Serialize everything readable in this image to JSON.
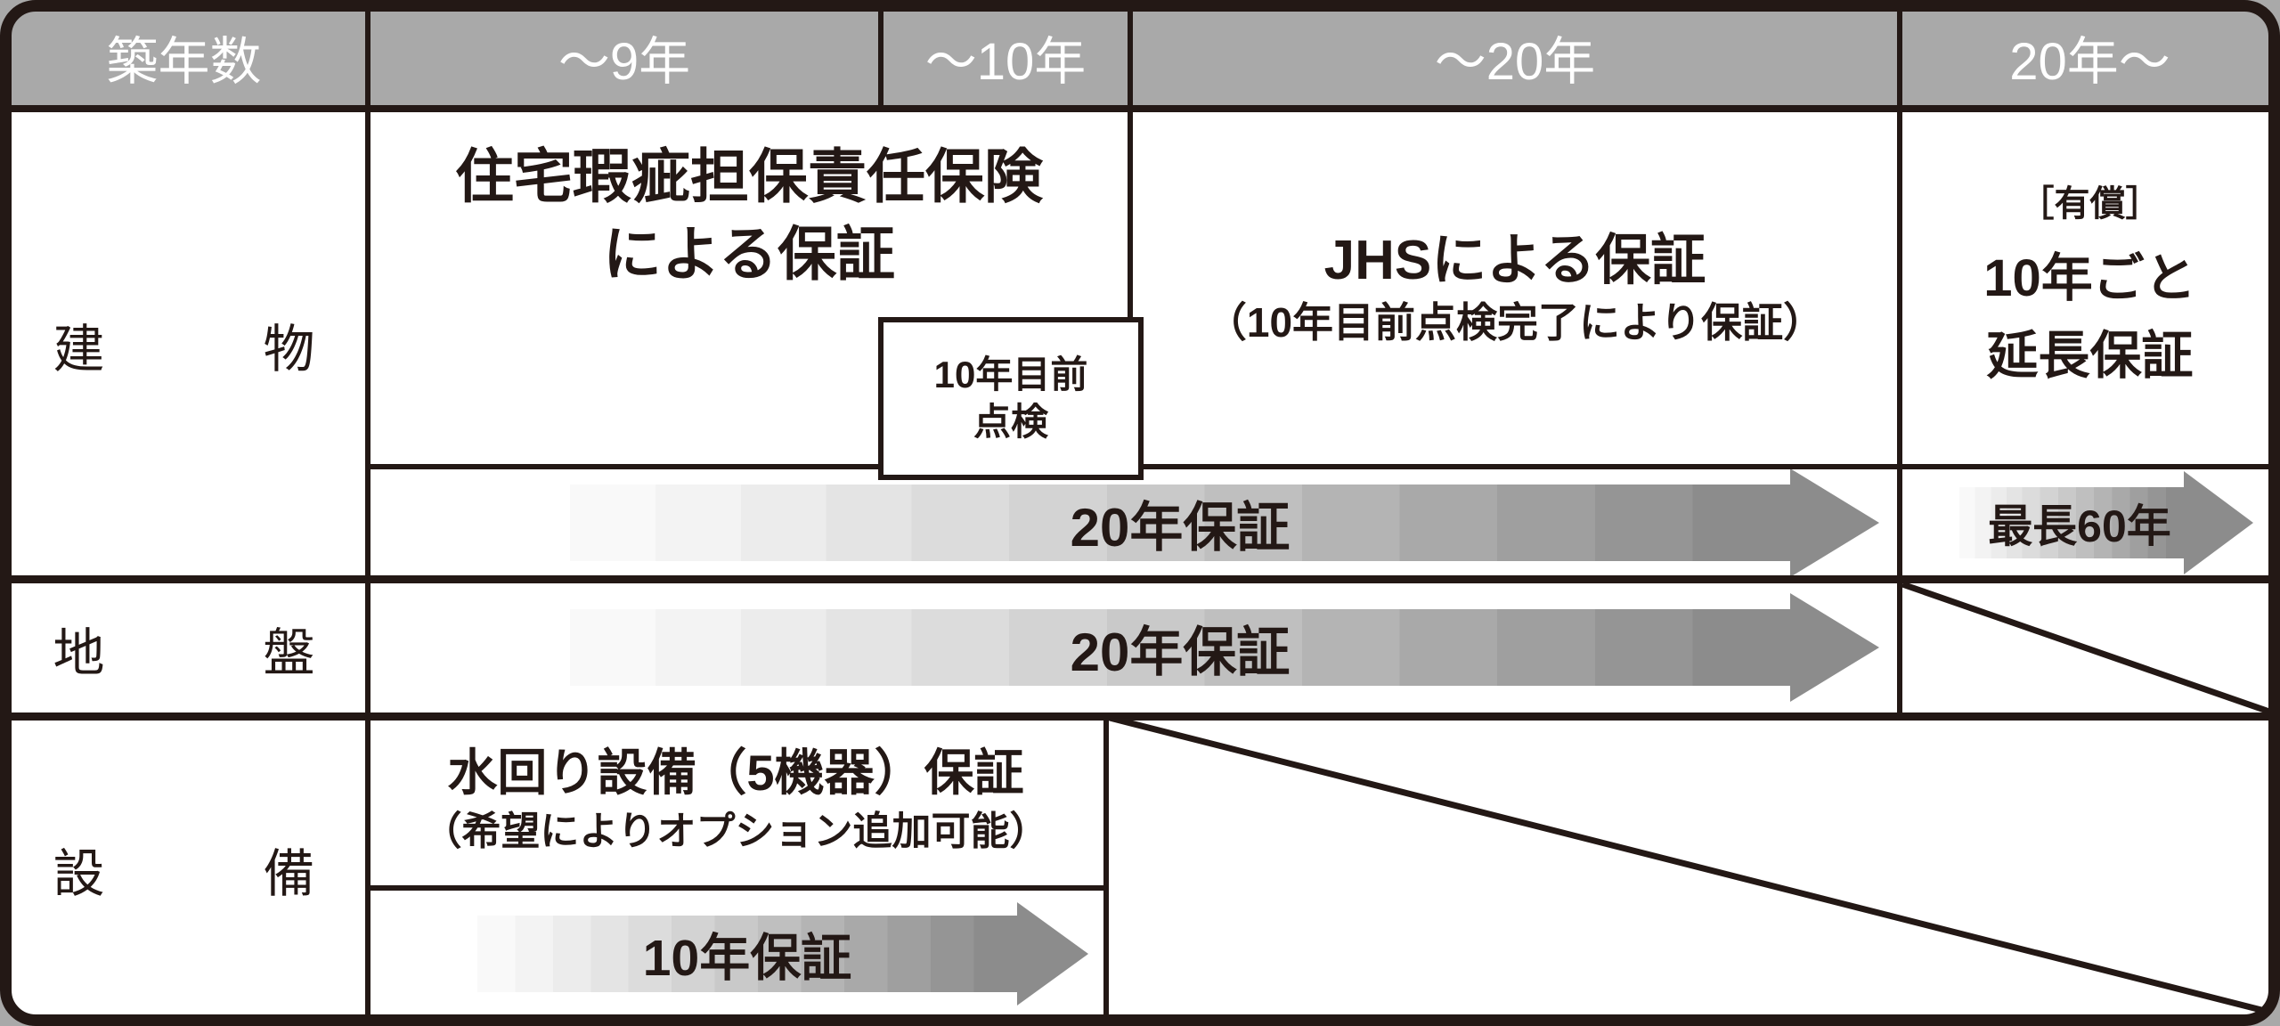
{
  "header": {
    "cells": [
      {
        "label": "築年数"
      },
      {
        "label": "～9年"
      },
      {
        "label": "～10年"
      },
      {
        "label": "～20年"
      },
      {
        "label": "20年～"
      }
    ]
  },
  "row_labels": {
    "building": "建　物",
    "ground": "地　盤",
    "equipment": "設　備"
  },
  "building": {
    "insurance_cell": {
      "line1": "住宅瑕疵担保責任保険",
      "line2": "による保証"
    },
    "inspection_box": {
      "line1": "10年目前",
      "line2": "点検"
    },
    "jhs_cell": {
      "line1": "JHSによる保証",
      "line2": "（10年目前点検完了により保証）"
    },
    "extension_cell": {
      "tag": "［有償］",
      "line1": "10年ごと",
      "line2": "延長保証"
    },
    "arrow_20y_label": "20年保証",
    "arrow_60y_label": "最長60年"
  },
  "ground": {
    "arrow_20y_label": "20年保証"
  },
  "equipment": {
    "warranty_cell": {
      "line1": "水回り設備（5機器）保証",
      "line2": "（希望によりオプション追加可能）"
    },
    "arrow_10y_label": "10年保証"
  },
  "theme": {
    "border_color": "#231815",
    "header_bg": "#a9a9a9",
    "header_text": "#ffffff",
    "text_color": "#231815",
    "bg": "#ffffff",
    "canvas_bg": "#a9a9a9",
    "arrow_end": "#8c8c8c",
    "arrow_start": "#f8f8f8"
  }
}
